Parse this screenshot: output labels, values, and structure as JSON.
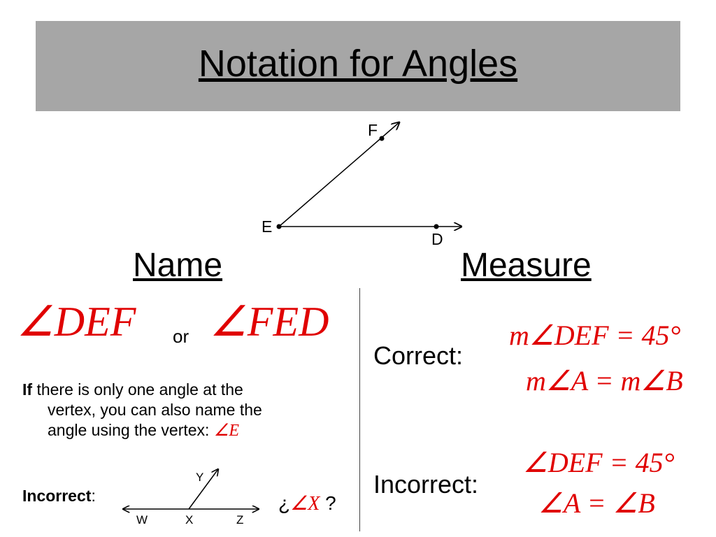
{
  "title": "Notation for Angles",
  "diagram": {
    "labels": {
      "F": "F",
      "E": "E",
      "D": "D"
    }
  },
  "headings": {
    "name": "Name",
    "measure": "Measure"
  },
  "name_section": {
    "angle_def": "∠DEF",
    "or_text": "or",
    "angle_fed": "∠FED",
    "note_bold": "If",
    "note_line1": " there is only one angle at the",
    "note_line2": "vertex, you can also name the",
    "note_line3": "angle using the vertex: ",
    "note_angle": "∠E",
    "incorrect_label": "Incorrect",
    "incorrect_colon": ":",
    "small_labels": {
      "W": "W",
      "X": "X",
      "Z": "Z",
      "Y": "Y"
    },
    "question_open": "¿",
    "question_angle": "∠X",
    "question_close": " ?"
  },
  "measure_section": {
    "correct_label": "Correct:",
    "correct_eq1": "m∠DEF = 45°",
    "correct_eq2": "m∠A = m∠B",
    "incorrect_label": "Incorrect:",
    "incorrect_eq1": "∠DEF = 45°",
    "incorrect_eq2": "∠A = ∠B"
  },
  "colors": {
    "title_bg": "#a6a6a6",
    "math_red": "#e00000"
  }
}
